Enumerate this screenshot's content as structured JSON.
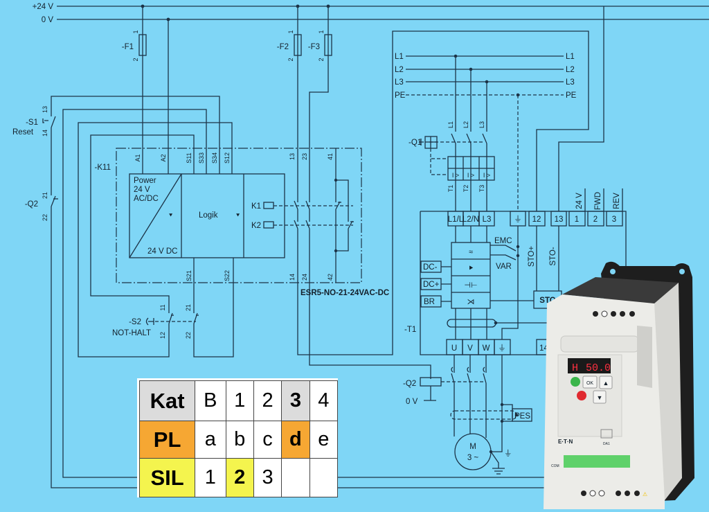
{
  "rails": {
    "plus24": "+24 V",
    "zero": "0 V"
  },
  "fuses": {
    "f1": "-F1",
    "f2": "-F2",
    "f3": "-F3",
    "pin1": "1",
    "pin2": "2"
  },
  "switches": {
    "s1": "-S1",
    "s1_sub": "Reset",
    "s1_pins": [
      "13",
      "14"
    ],
    "q2": "-Q2",
    "q2_pins": [
      "21",
      "22"
    ],
    "s2": "-S2",
    "s2_sub": "NOT-HALT",
    "s2_pins": [
      "11",
      "12",
      "21",
      "22"
    ]
  },
  "relay": {
    "tag": "-K11",
    "top_pins": [
      "A1",
      "A2",
      "S11",
      "S33",
      "S34",
      "S12",
      "13",
      "23",
      "41"
    ],
    "bottom_pins": [
      "S21",
      "S22",
      "14",
      "24",
      "42"
    ],
    "power_lines": [
      "Power",
      "24 V",
      "AC/DC"
    ],
    "dc_label": "24 V DC",
    "logic": "Logik",
    "k1": "K1",
    "k2": "K2",
    "model": "ESR5-NO-21-24VAC-DC"
  },
  "mains": {
    "phases": [
      "L1",
      "L2",
      "L3",
      "PE"
    ]
  },
  "breaker": {
    "tag": "-Q1",
    "in_pins": [
      "L1",
      "L2",
      "L3"
    ],
    "out_pins": [
      "T1",
      "T2",
      "T3"
    ],
    "trip": "I >"
  },
  "drive": {
    "tag": "-T1",
    "input_terminals": [
      "L1/L",
      "L2/N",
      "L3"
    ],
    "control_terminals": [
      "12",
      "13",
      "1",
      "2",
      "3"
    ],
    "control_labels": [
      "24 V",
      "FWD",
      "REV"
    ],
    "emc": "EMC",
    "var": "VAR",
    "sto_plus": "STO+",
    "sto_minus": "STO-",
    "sto": "STO",
    "dc_terminals": [
      "DC-",
      "DC+",
      "BR"
    ],
    "output_terminals": [
      "U",
      "V",
      "W"
    ],
    "relay_terminal": "14"
  },
  "motor_circuit": {
    "contactor": "-Q2",
    "zero": "0 V",
    "pes": "PES",
    "motor": "M",
    "motor_sub": "3 ~"
  },
  "safety_table": {
    "rows": [
      {
        "label": "Kat",
        "cells": [
          "B",
          "1",
          "2",
          "3",
          "4"
        ],
        "highlight": 3,
        "color": "#dcdcdc"
      },
      {
        "label": "PL",
        "cells": [
          "a",
          "b",
          "c",
          "d",
          "e"
        ],
        "highlight": 3,
        "color": "#f6a733"
      },
      {
        "label": "SIL",
        "cells": [
          "1",
          "2",
          "3",
          "",
          ""
        ],
        "highlight": 1,
        "color": "#f4f44e"
      }
    ]
  },
  "device": {
    "display_mode": "H",
    "display_value": "50.0",
    "ok": "OK",
    "da1": "DA1",
    "com": "COM",
    "brand": "E·T·N"
  },
  "colors": {
    "background": "#7fd6f6",
    "wire": "#1c3347"
  }
}
